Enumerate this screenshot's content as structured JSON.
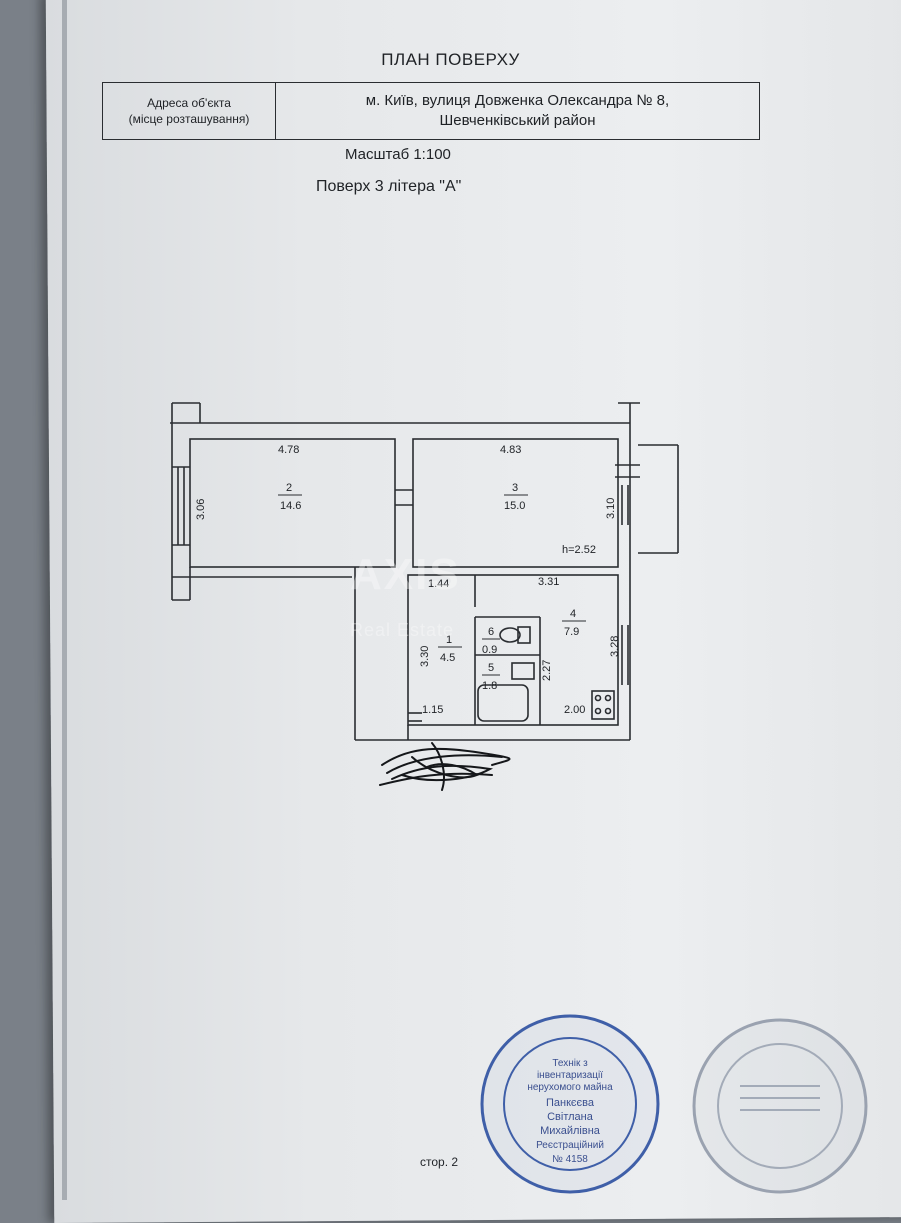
{
  "document": {
    "title": "ПЛАН  ПОВЕРХУ",
    "address_label_line1": "Адреса об'єкта",
    "address_label_line2": "(місце розташування)",
    "address_value_line1": "м. Київ, вулиця Довженка Олександра № 8,",
    "address_value_line2": "Шевченківський район",
    "scale": "Масштаб 1:100",
    "floor": "Поверх 3 літера \"А\"",
    "page_number": "стор. 2"
  },
  "watermark": {
    "brand": "AXIS",
    "sub": "Real Estate"
  },
  "plan": {
    "ceiling_height": "h=2.52",
    "rooms": [
      {
        "number": "2",
        "area": "14.6"
      },
      {
        "number": "3",
        "area": "15.0"
      },
      {
        "number": "4",
        "area": "7.9"
      },
      {
        "number": "1",
        "area": "4.5"
      },
      {
        "number": "6",
        "area": "0.9"
      },
      {
        "number": "5",
        "area": "1.8"
      }
    ],
    "dimensions": {
      "room2_width": "4.78",
      "room2_depth": "3.06",
      "room3_width": "4.83",
      "room3_depth": "3.10",
      "hall_width": "1.44",
      "kitchen_width": "3.31",
      "hall_depth": "3.30",
      "kitchen_depth": "3.28",
      "bath_depth": "2.27",
      "hall_bottom": "1.15",
      "kitchen_bottom": "2.00"
    }
  },
  "stamp": {
    "line1": "Технік з",
    "line2": "інвентаризації",
    "line3": "нерухомого майна",
    "line4": "Панкєєва",
    "line5": "Світлана",
    "line6": "Михайлівна",
    "line7": "Реєстраційний",
    "line8": "№ 4158"
  }
}
